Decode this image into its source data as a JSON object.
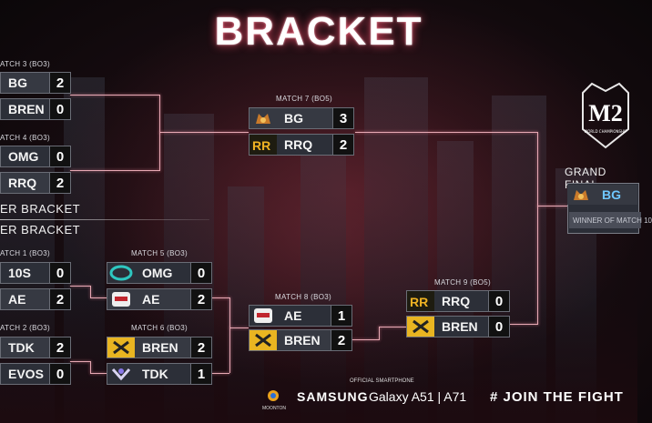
{
  "title": "BRACKET",
  "sections": {
    "upper": "ER BRACKET",
    "lower": "ER BRACKET"
  },
  "matches": [
    {
      "label": "ATCH 3 (BO3)",
      "teams": [
        {
          "name": "BG",
          "score": "2",
          "logo": "bg-logo-icon"
        },
        {
          "name": "BREN",
          "score": "0",
          "logo": "bren-logo-icon"
        }
      ]
    },
    {
      "label": "ATCH 4 (BO3)",
      "teams": [
        {
          "name": "OMG",
          "score": "0",
          "logo": "omg-logo-icon"
        },
        {
          "name": "RRQ",
          "score": "2",
          "logo": "rrq-logo-icon"
        }
      ]
    },
    {
      "label": "MATCH 7 (BO5)",
      "teams": [
        {
          "name": "BG",
          "score": "3",
          "logo": "bg-logo-icon"
        },
        {
          "name": "RRQ",
          "score": "2",
          "logo": "rrq-logo-icon"
        }
      ]
    },
    {
      "label": "ATCH 1 (BO3)",
      "teams": [
        {
          "name": "10S",
          "score": "0",
          "logo": "10s-logo-icon"
        },
        {
          "name": "AE",
          "score": "2",
          "logo": "ae-logo-icon"
        }
      ]
    },
    {
      "label": "ATCH 2 (BO3)",
      "teams": [
        {
          "name": "TDK",
          "score": "2",
          "logo": "tdk-logo-icon"
        },
        {
          "name": "EVOS",
          "score": "0",
          "logo": "evos-logo-icon"
        }
      ]
    },
    {
      "label": "MATCH 5 (BO3)",
      "teams": [
        {
          "name": "OMG",
          "score": "0",
          "logo": "omg-logo-icon"
        },
        {
          "name": "AE",
          "score": "2",
          "logo": "ae-logo-icon"
        }
      ]
    },
    {
      "label": "MATCH 6 (BO3)",
      "teams": [
        {
          "name": "BREN",
          "score": "2",
          "logo": "bren-logo-icon"
        },
        {
          "name": "TDK",
          "score": "1",
          "logo": "tdk-logo-icon"
        }
      ]
    },
    {
      "label": "MATCH 8 (BO3)",
      "teams": [
        {
          "name": "AE",
          "score": "1",
          "logo": "ae-logo-icon"
        },
        {
          "name": "BREN",
          "score": "2",
          "logo": "bren-logo-icon"
        }
      ]
    },
    {
      "label": "MATCH 9 (BO5)",
      "teams": [
        {
          "name": "RRQ",
          "score": "0",
          "logo": "rrq-logo-icon"
        },
        {
          "name": "BREN",
          "score": "0",
          "logo": "bren-logo-icon"
        }
      ]
    }
  ],
  "grand_final": {
    "label": "GRAND FINAL",
    "team": "BG",
    "sub": "WINNER OF MATCH 10"
  },
  "event_logo": {
    "text": "M2",
    "sub1": "WORLD CHAMPIONSHIP"
  },
  "footer": {
    "official": "OFFICIAL SMARTPHONE",
    "brand": "SAMSUNG",
    "model": "Galaxy A51 | A71",
    "hashtag": "# JOIN THE FIGHT",
    "sponsor": "MOONTON"
  },
  "colors": {
    "accent": "#ff5a78",
    "line": "#e7a9b4",
    "panel": "#2c2f38",
    "score_bg": "#111111"
  }
}
